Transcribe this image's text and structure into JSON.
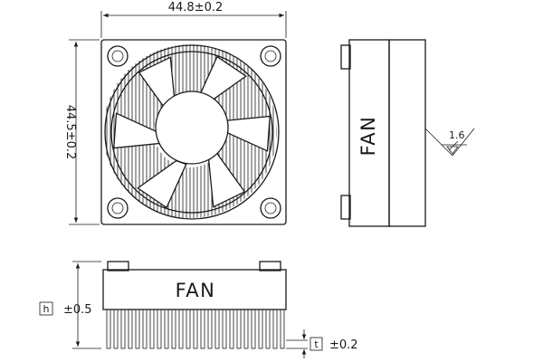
{
  "drawing": {
    "front_view": {
      "width_dimension": "44.8±0.2",
      "height_dimension": "44.5±0.2"
    },
    "side_view": {
      "label": "FAN",
      "surface_finish": "1.6"
    },
    "bottom_view": {
      "label": "FAN",
      "height_symbol": "h",
      "height_tolerance": "±0.5",
      "thickness_symbol": "t",
      "thickness_tolerance": "±0.2"
    }
  }
}
